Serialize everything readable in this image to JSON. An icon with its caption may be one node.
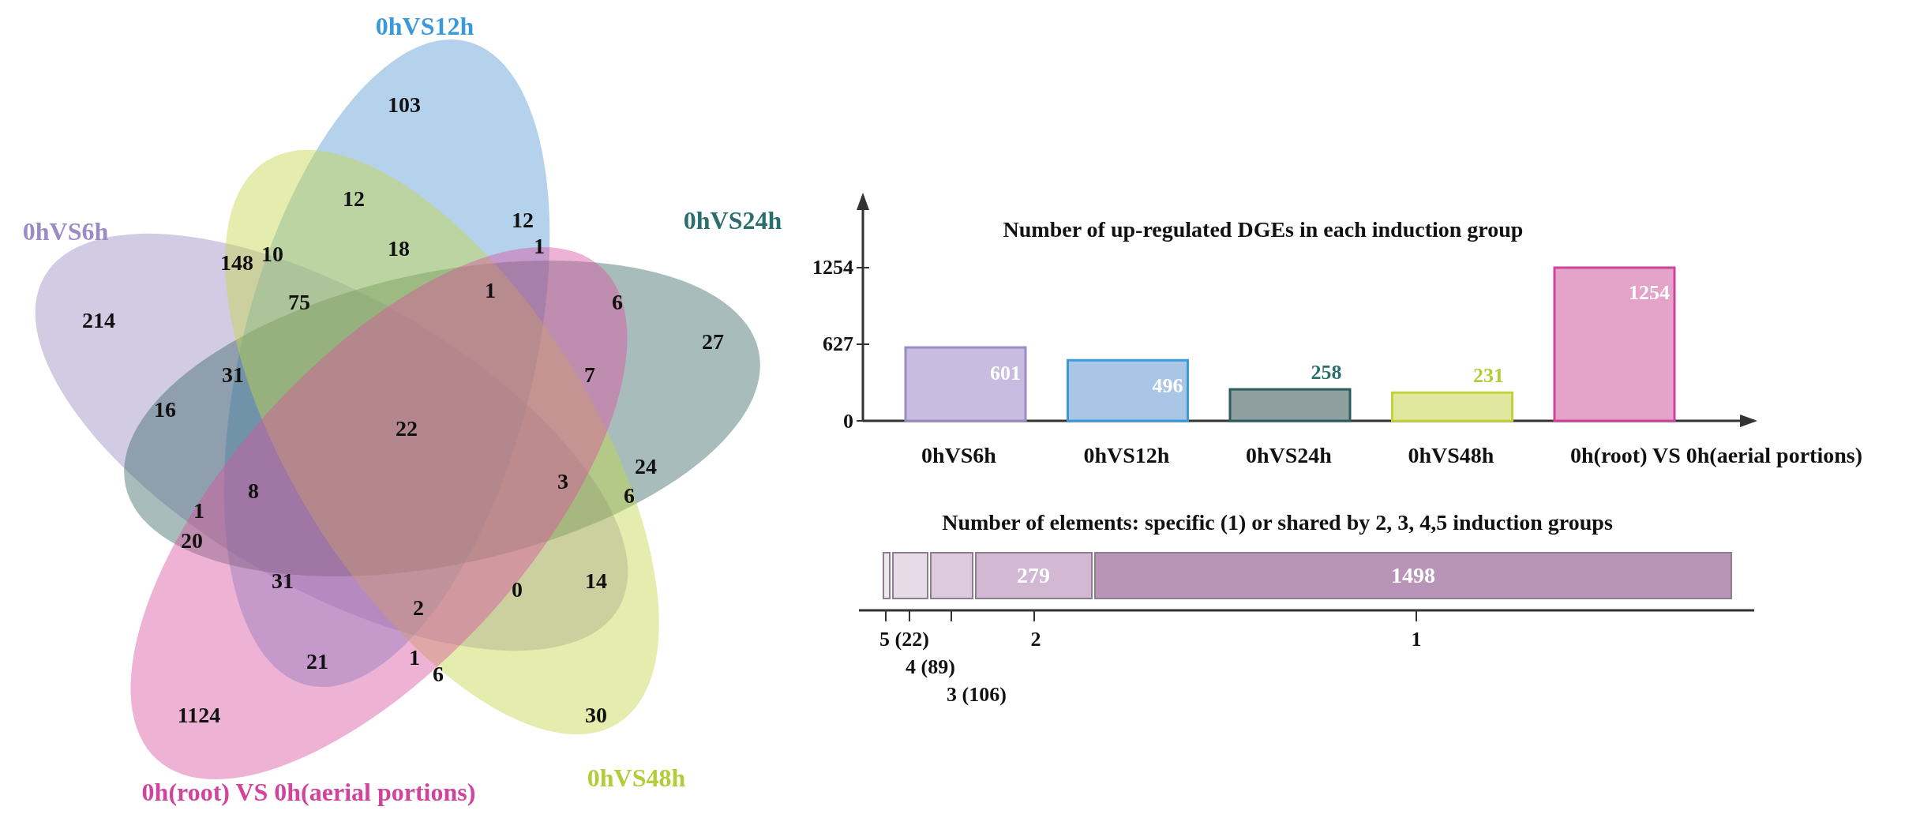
{
  "diagram": {
    "labels": [
      "0hVS12h",
      "103",
      "12",
      "0hVS6h",
      "12",
      "0hVS24h",
      "148",
      "10",
      "18",
      "1",
      "1",
      "6",
      "214",
      "75",
      "27",
      "31",
      "7",
      "16",
      "22",
      "24",
      "3",
      "8",
      "6",
      "1",
      "20",
      "31",
      "14",
      "0",
      "2",
      "21",
      "1",
      "6",
      "1124",
      "30",
      "0hVS48h",
      "0h(root) VS 0h(aerial portions)",
      "Number of elements: specific (1) or shared by 2, 3, 4,5 induction groups",
      "279",
      "1498",
      "5 (22)",
      "2",
      "1",
      "4 (89)",
      "3 (106)"
    ],
    "chart_data": {
      "type": "bar",
      "title": "Number of up-regulated DGEs in each induction group",
      "categories": [
        "0hVS6h",
        "0hVS12h",
        "0hVS24h",
        "0hVS48h",
        "0h(root) VS 0h(aerial portions)"
      ],
      "values": [
        601,
        496,
        258,
        231,
        1254
      ],
      "yticks": [
        0,
        627,
        1254
      ],
      "ylim": [
        0,
        1842
      ],
      "data_labels": true
    }
  }
}
